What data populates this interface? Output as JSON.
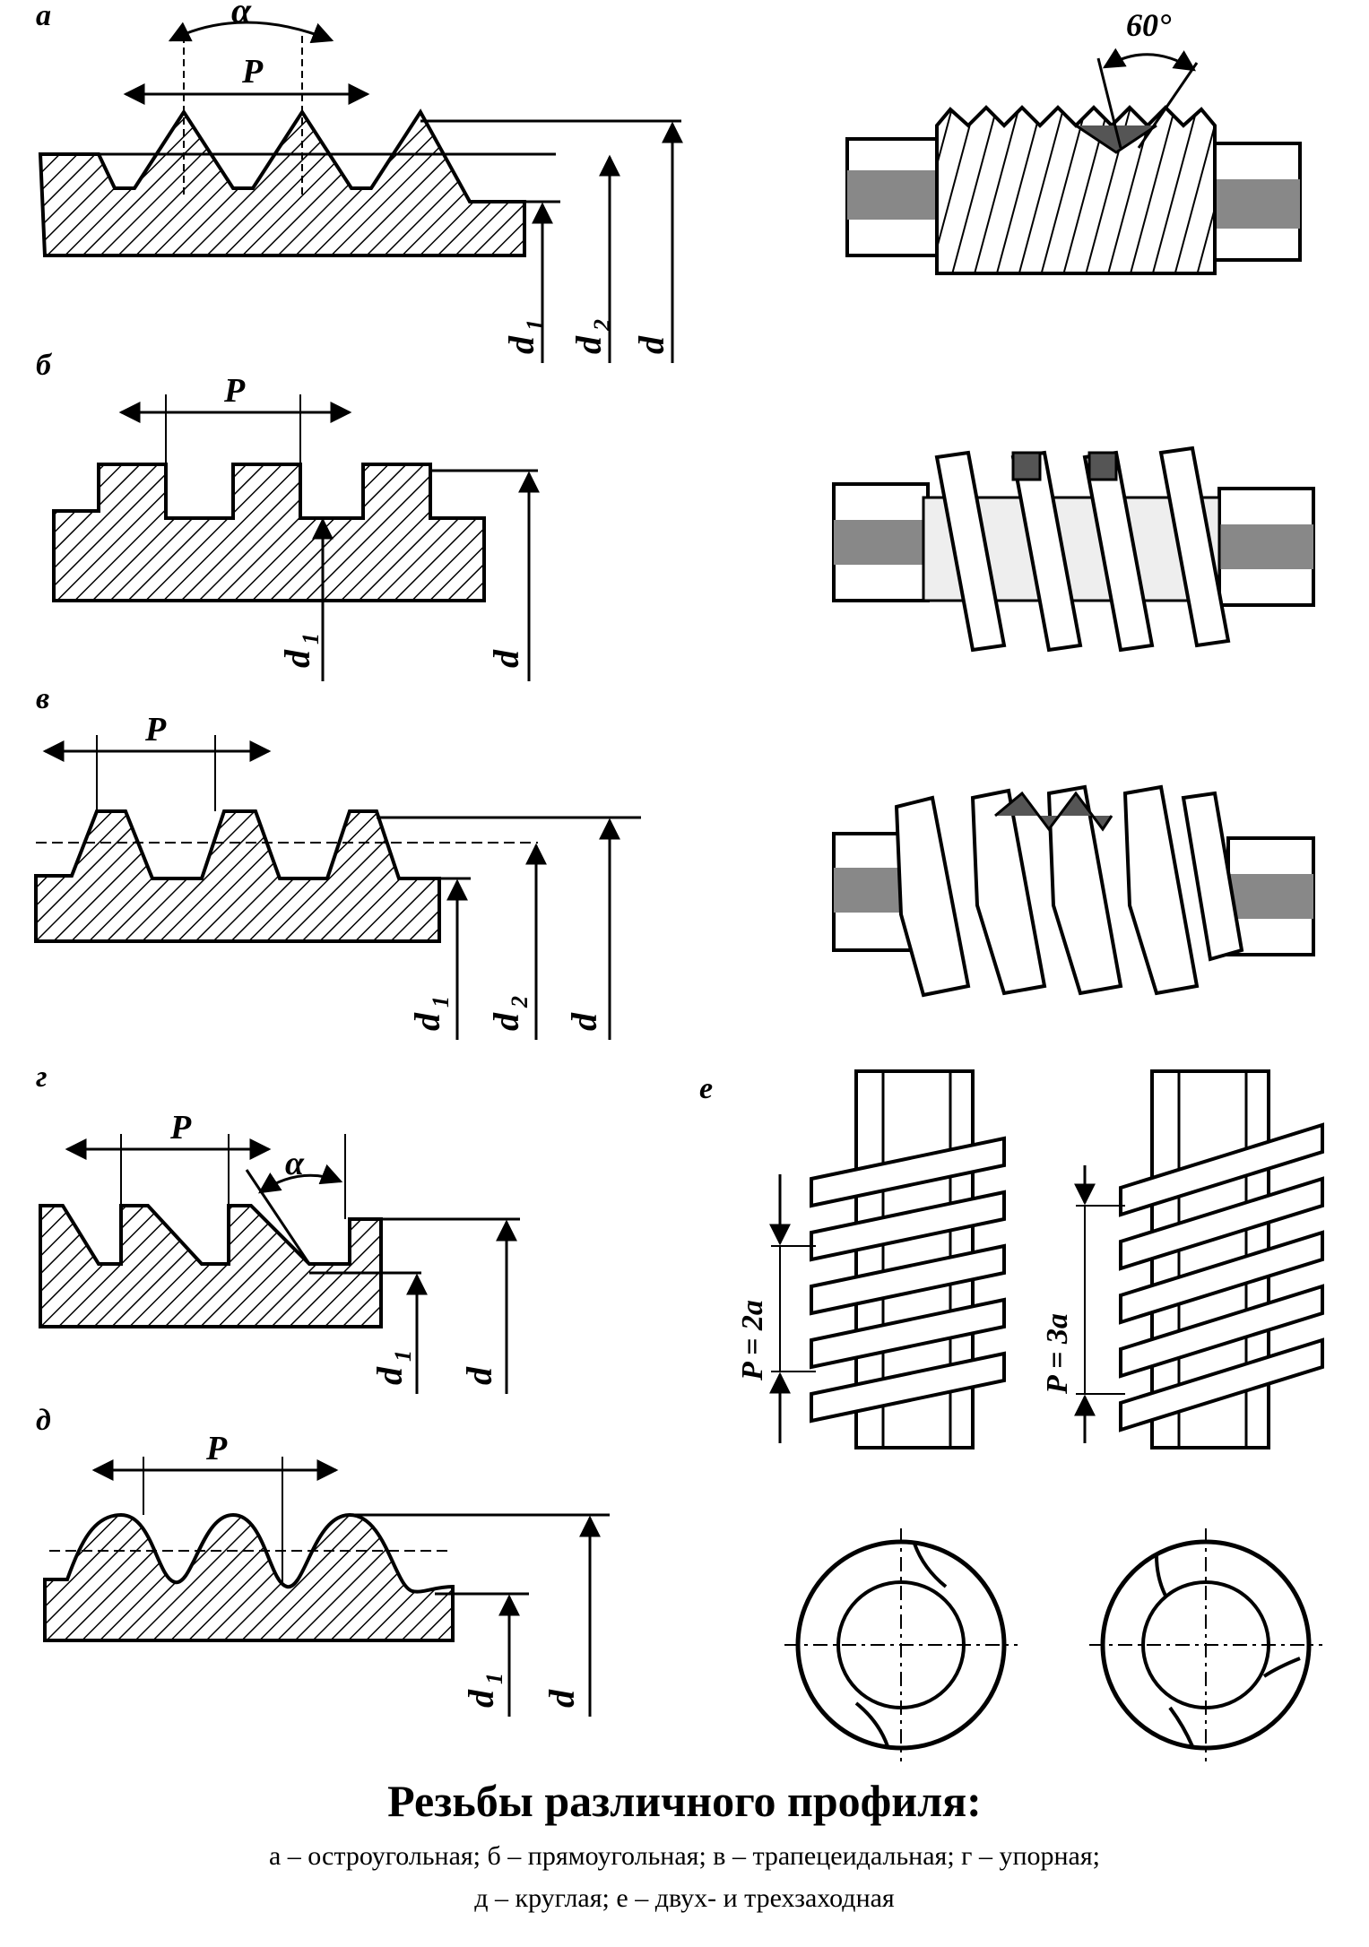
{
  "labels": {
    "panel_a": "а",
    "panel_b": "б",
    "panel_v": "в",
    "panel_g": "г",
    "panel_d": "д",
    "panel_e": "е",
    "alpha": "α",
    "pitch": "P",
    "d": "d",
    "d1": "d",
    "d2": "d",
    "sub1": "1",
    "sub2": "2",
    "angle_60": "60°",
    "p_2a": "P = 2a",
    "p_3a": "P = 3a"
  },
  "caption": {
    "title": "Резьбы различного профиля:",
    "line1": "а – остроугольная; б – прямоугольная; в – трапецеидальная; г – упорная;",
    "line2": "д – круглая; е – двух- и трехзаходная"
  }
}
